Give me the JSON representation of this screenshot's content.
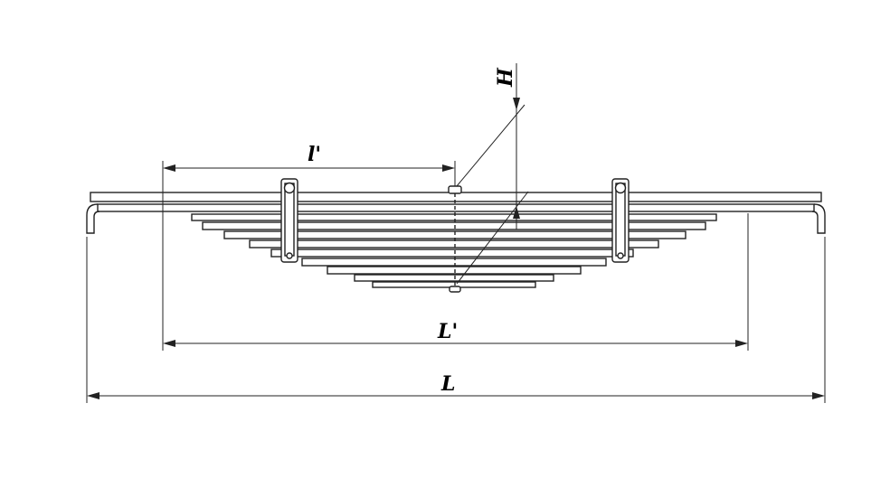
{
  "diagram": {
    "labels": {
      "total_length": "L",
      "effective_length": "L'",
      "half_length": "l'",
      "height": "H"
    },
    "colors": {
      "line": "#222222",
      "background": "#ffffff"
    }
  }
}
